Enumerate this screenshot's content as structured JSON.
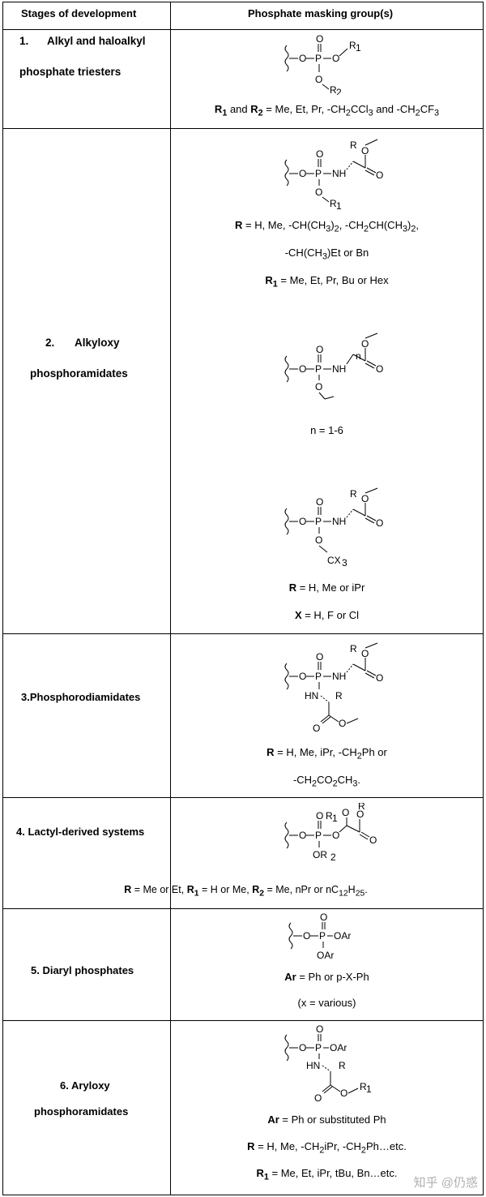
{
  "header": {
    "col1": "Stages of development",
    "col2": "Phosphate masking group(s)"
  },
  "rows": [
    {
      "num": "1.",
      "title1": "Alkyl and haloalkyl",
      "title2": "phosphate triesters",
      "legend": [
        "R",
        "1",
        " and ",
        "R",
        "2",
        " = Me, Et, Pr, -CH",
        "2",
        "CCl",
        "3",
        " and -CH",
        "2",
        "CF",
        "3"
      ]
    },
    {
      "num": "2.",
      "title1": "Alkyloxy",
      "title2": "phosphoramidates",
      "legend_a": [
        "R",
        " = H, Me, -CH(CH",
        "3",
        ")",
        "2",
        ", -CH",
        "2",
        "CH(CH",
        "3",
        ")",
        "2",
        ","
      ],
      "legend_b": [
        "-CH(CH",
        "3",
        ")Et or Bn"
      ],
      "legend_c": [
        "R",
        "1",
        " = Me, Et, Pr, Bu or Hex"
      ],
      "legend_n": "n = 1-6",
      "legend_d": [
        "R",
        " = H, Me or iPr"
      ],
      "legend_e": [
        "X",
        " = H, F or Cl"
      ]
    },
    {
      "title": "3.Phosphorodiamidates",
      "legend_a": [
        "R",
        " = H, Me, iPr, -CH",
        "2",
        "Ph or"
      ],
      "legend_b": [
        "-CH",
        "2",
        "CO",
        "2",
        "CH",
        "3",
        "."
      ]
    },
    {
      "title": "4. Lactyl-derived systems",
      "legend": [
        "R",
        " = Me or Et, ",
        "R",
        "1",
        " = H or Me, ",
        "R",
        "2",
        " = Me, nPr or nC",
        "12",
        "H",
        "25",
        "."
      ]
    },
    {
      "title": "5. Diaryl phosphates",
      "legend_a": [
        "Ar",
        " = Ph or p-X-Ph"
      ],
      "legend_b": "(x = various)"
    },
    {
      "title1": "6. Aryloxy",
      "title2": "phosphoramidates",
      "legend_a": [
        "Ar",
        " = Ph or substituted Ph"
      ],
      "legend_b": [
        "R",
        " = H, Me, -CH",
        "2",
        "iPr, -CH",
        "2",
        "Ph…etc."
      ],
      "legend_c": [
        "R",
        "1",
        " = Me, Et, iPr, tBu, Bn…etc."
      ]
    }
  ],
  "chem": {
    "O": "O",
    "P": "P",
    "NH": "NH",
    "HN": "HN",
    "R": "R",
    "R1": "R",
    "sub1": "1",
    "R2": "R",
    "sub2": "2",
    "n": "n",
    "CX3": "CX",
    "sub3": "3",
    "OAr": "OAr",
    "OR2": "OR",
    "OAr_b": "OAr",
    "sub_b": "2"
  },
  "watermark": "知乎 @仍惑"
}
